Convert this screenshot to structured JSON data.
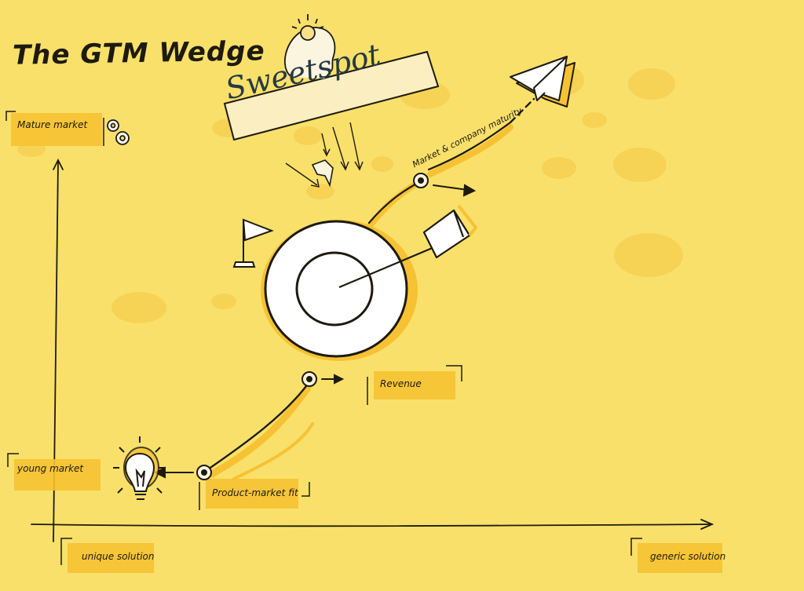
{
  "title": "The GTM Wedge",
  "sweetspot_label": "Sweetspot",
  "axis": {
    "y_top_label": "Mature market",
    "y_bottom_label": "young market",
    "x_left_label": "unique solution",
    "x_right_label": "generic solution"
  },
  "milestones": {
    "product_market_fit": "Product-market fit",
    "revenue": "Revenue",
    "market_maturity": "Market & company maturity"
  },
  "icons": [
    "head-lightbulb-icon",
    "gears-icon",
    "flag-icon",
    "target-icon",
    "arrow-icon",
    "paper-plane-icon",
    "lightbulb-icon",
    "pointing-hand-icon"
  ],
  "colors": {
    "background": "#f9e06a",
    "highlight": "#f6c233",
    "ink": "#1d1a10",
    "accent_dark": "#263a44"
  }
}
